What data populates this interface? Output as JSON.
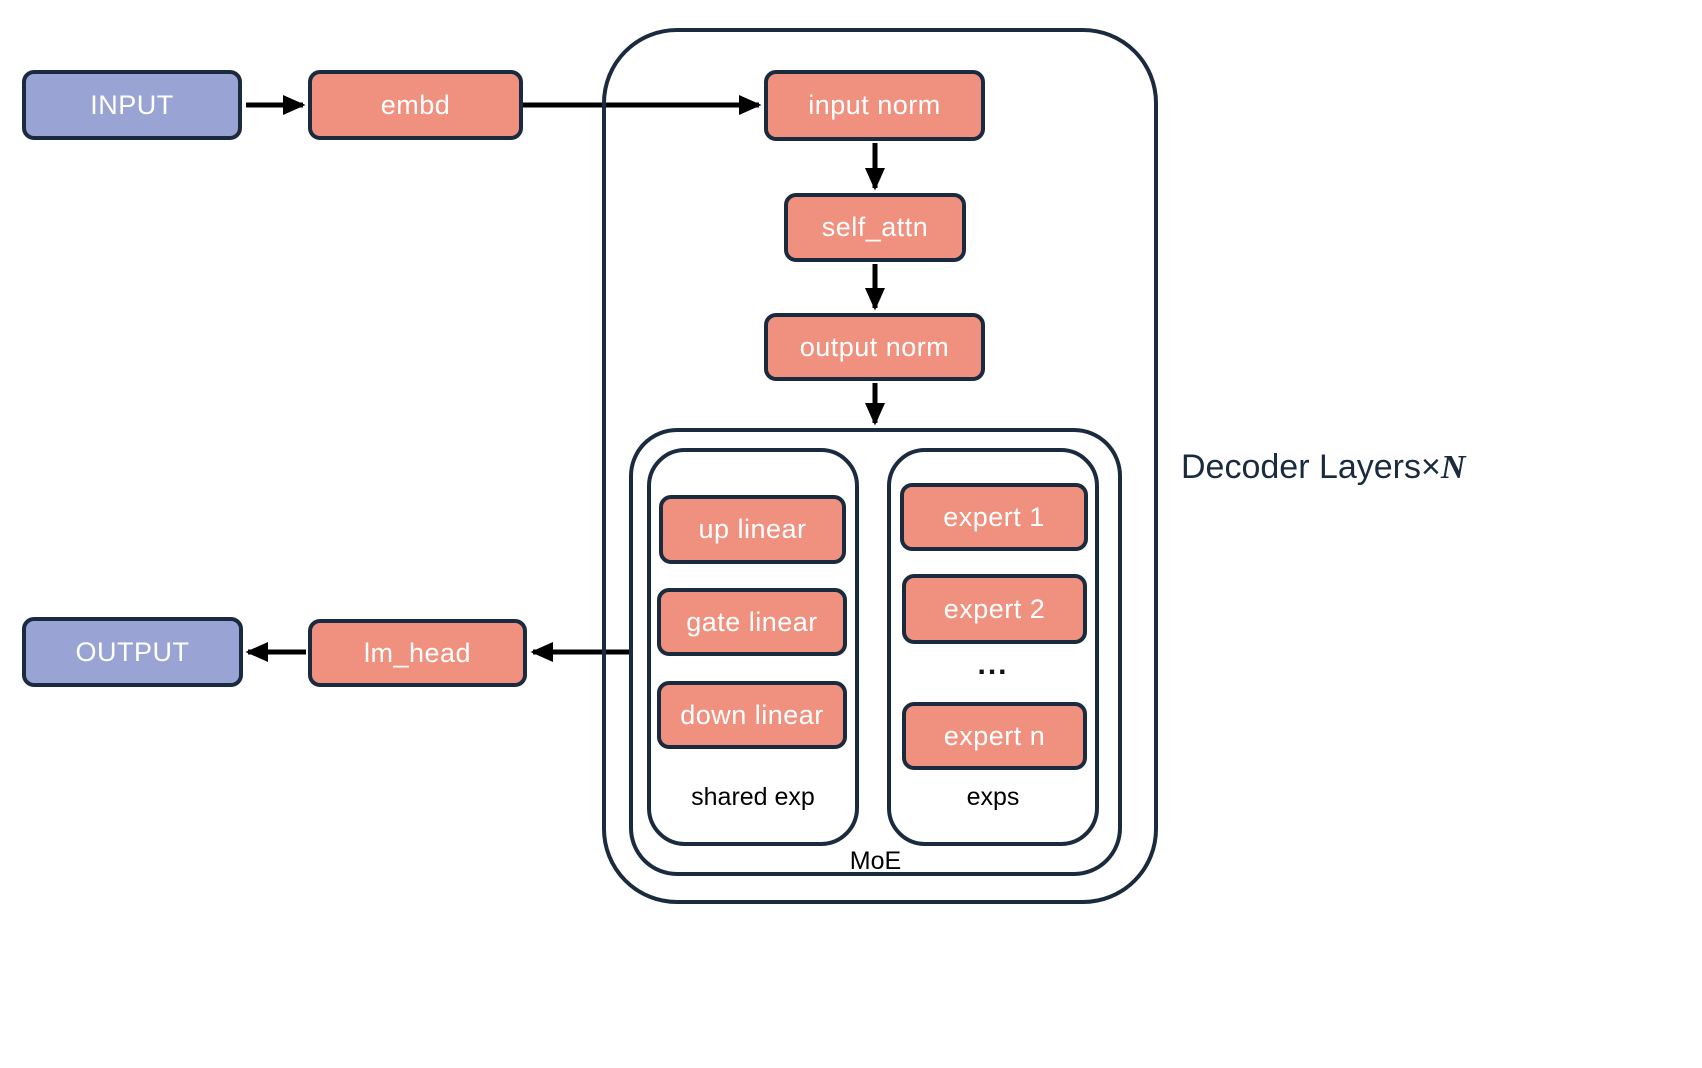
{
  "diagram": {
    "io": {
      "input": "INPUT",
      "output": "OUTPUT"
    },
    "blocks": {
      "embd": "embd",
      "lm_head": "lm_head",
      "input_norm": "input norm",
      "self_attn": "self_attn",
      "output_norm": "output norm",
      "up_linear": "up linear",
      "gate_linear": "gate linear",
      "down_linear": "down linear",
      "expert_1": "expert 1",
      "expert_2": "expert 2",
      "ellipsis": "...",
      "expert_n": "expert n"
    },
    "labels": {
      "shared_exp": "shared exp",
      "exps": "exps",
      "moe": "MoE",
      "decoder_layers": "Decoder Layers×",
      "n": "N"
    },
    "colors": {
      "io_fill": "#9AA4D4",
      "block_fill": "#F0917F",
      "outline": "#1B2B3F",
      "arrow": "#000000"
    }
  }
}
